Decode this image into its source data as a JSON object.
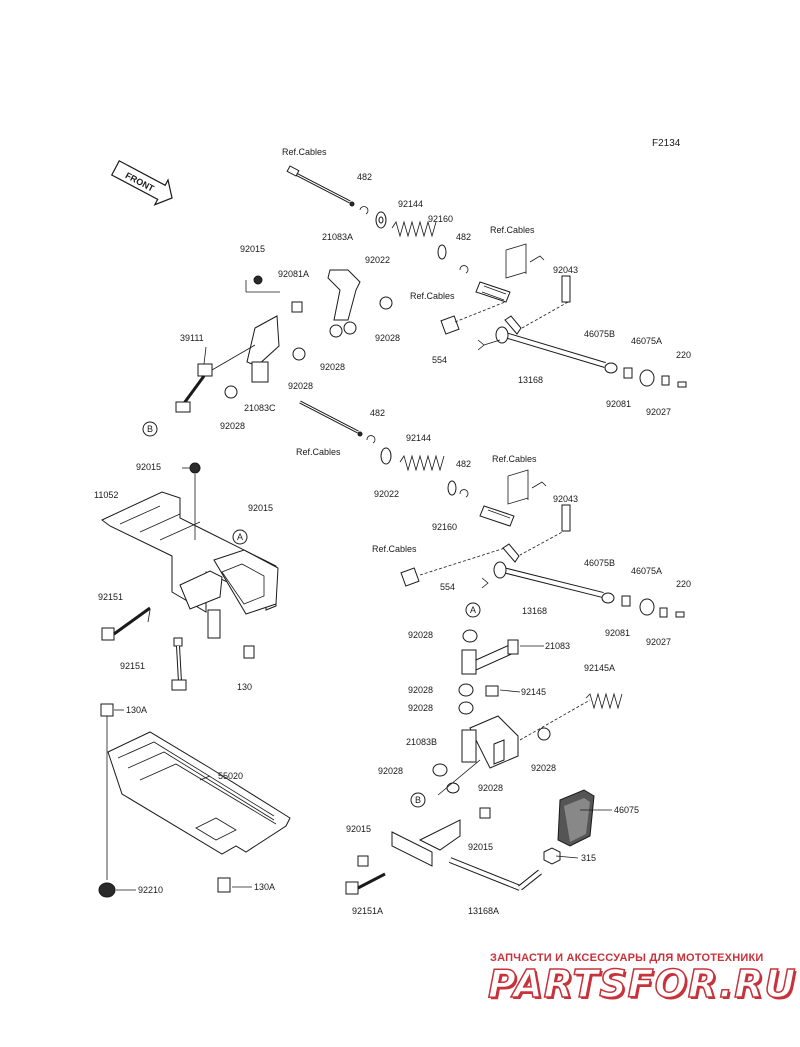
{
  "figure_code": "F2134",
  "front_label": "FRONT",
  "watermark": {
    "tagline": "ЗАПЧАСТИ И АКСЕССУАРЫ ДЛЯ МОТОТЕХНИКИ",
    "brand": "PARTSFOR.RU",
    "color": "#c8323a"
  },
  "callouts": {
    "A": "A",
    "B": "B"
  },
  "labels": {
    "ref_cables_1": "Ref.Cables",
    "p482_1": "482",
    "p92144_1": "92144",
    "p92160_1": "92160",
    "p482_2": "482",
    "ref_cables_2": "Ref.Cables",
    "p92043_1": "92043",
    "p21083A": "21083A",
    "p92022_1": "92022",
    "p92015_1": "92015",
    "p92081A": "92081A",
    "ref_cables_3": "Ref.Cables",
    "p46075B_1": "46075B",
    "p46075A_1": "46075A",
    "p220_1": "220",
    "p554_1": "554",
    "p92028_1": "92028",
    "p13168_1": "13168",
    "p39111": "39111",
    "p92028_2": "92028",
    "p92028_3": "92028",
    "p92081_1": "92081",
    "p92027_1": "92027",
    "p21083C": "21083C",
    "p92028_4": "92028",
    "p482_3": "482",
    "ref_cables_4": "Ref.Cables",
    "p92144_2": "92144",
    "p482_4": "482",
    "ref_cables_5": "Ref.Cables",
    "p92015_2": "92015",
    "p92022_2": "92022",
    "p11052": "11052",
    "p92160_2": "92160",
    "p92043_2": "92043",
    "p92015_3": "92015",
    "ref_cables_6": "Ref.Cables",
    "p46075B_2": "46075B",
    "p46075A_2": "46075A",
    "p554_2": "554",
    "p220_2": "220",
    "p13168_2": "13168",
    "p92151_1": "92151",
    "p92081_2": "92081",
    "p92027_2": "92027",
    "p92028_5": "92028",
    "p21083": "21083",
    "p92151_2": "92151",
    "p130": "130",
    "p92145A": "92145A",
    "p92028_6": "92028",
    "p92145": "92145",
    "p92028_7": "92028",
    "p130A_1": "130A",
    "p21083B": "21083B",
    "p92028_8": "92028",
    "p55020": "55020",
    "p92028_9": "92028",
    "p92028_10": "92028",
    "p46075": "46075",
    "p92015_4": "92015",
    "p92015_5": "92015",
    "p315": "315",
    "p92210": "92210",
    "p130A_2": "130A",
    "p92151A": "92151A",
    "p13168A": "13168A"
  }
}
